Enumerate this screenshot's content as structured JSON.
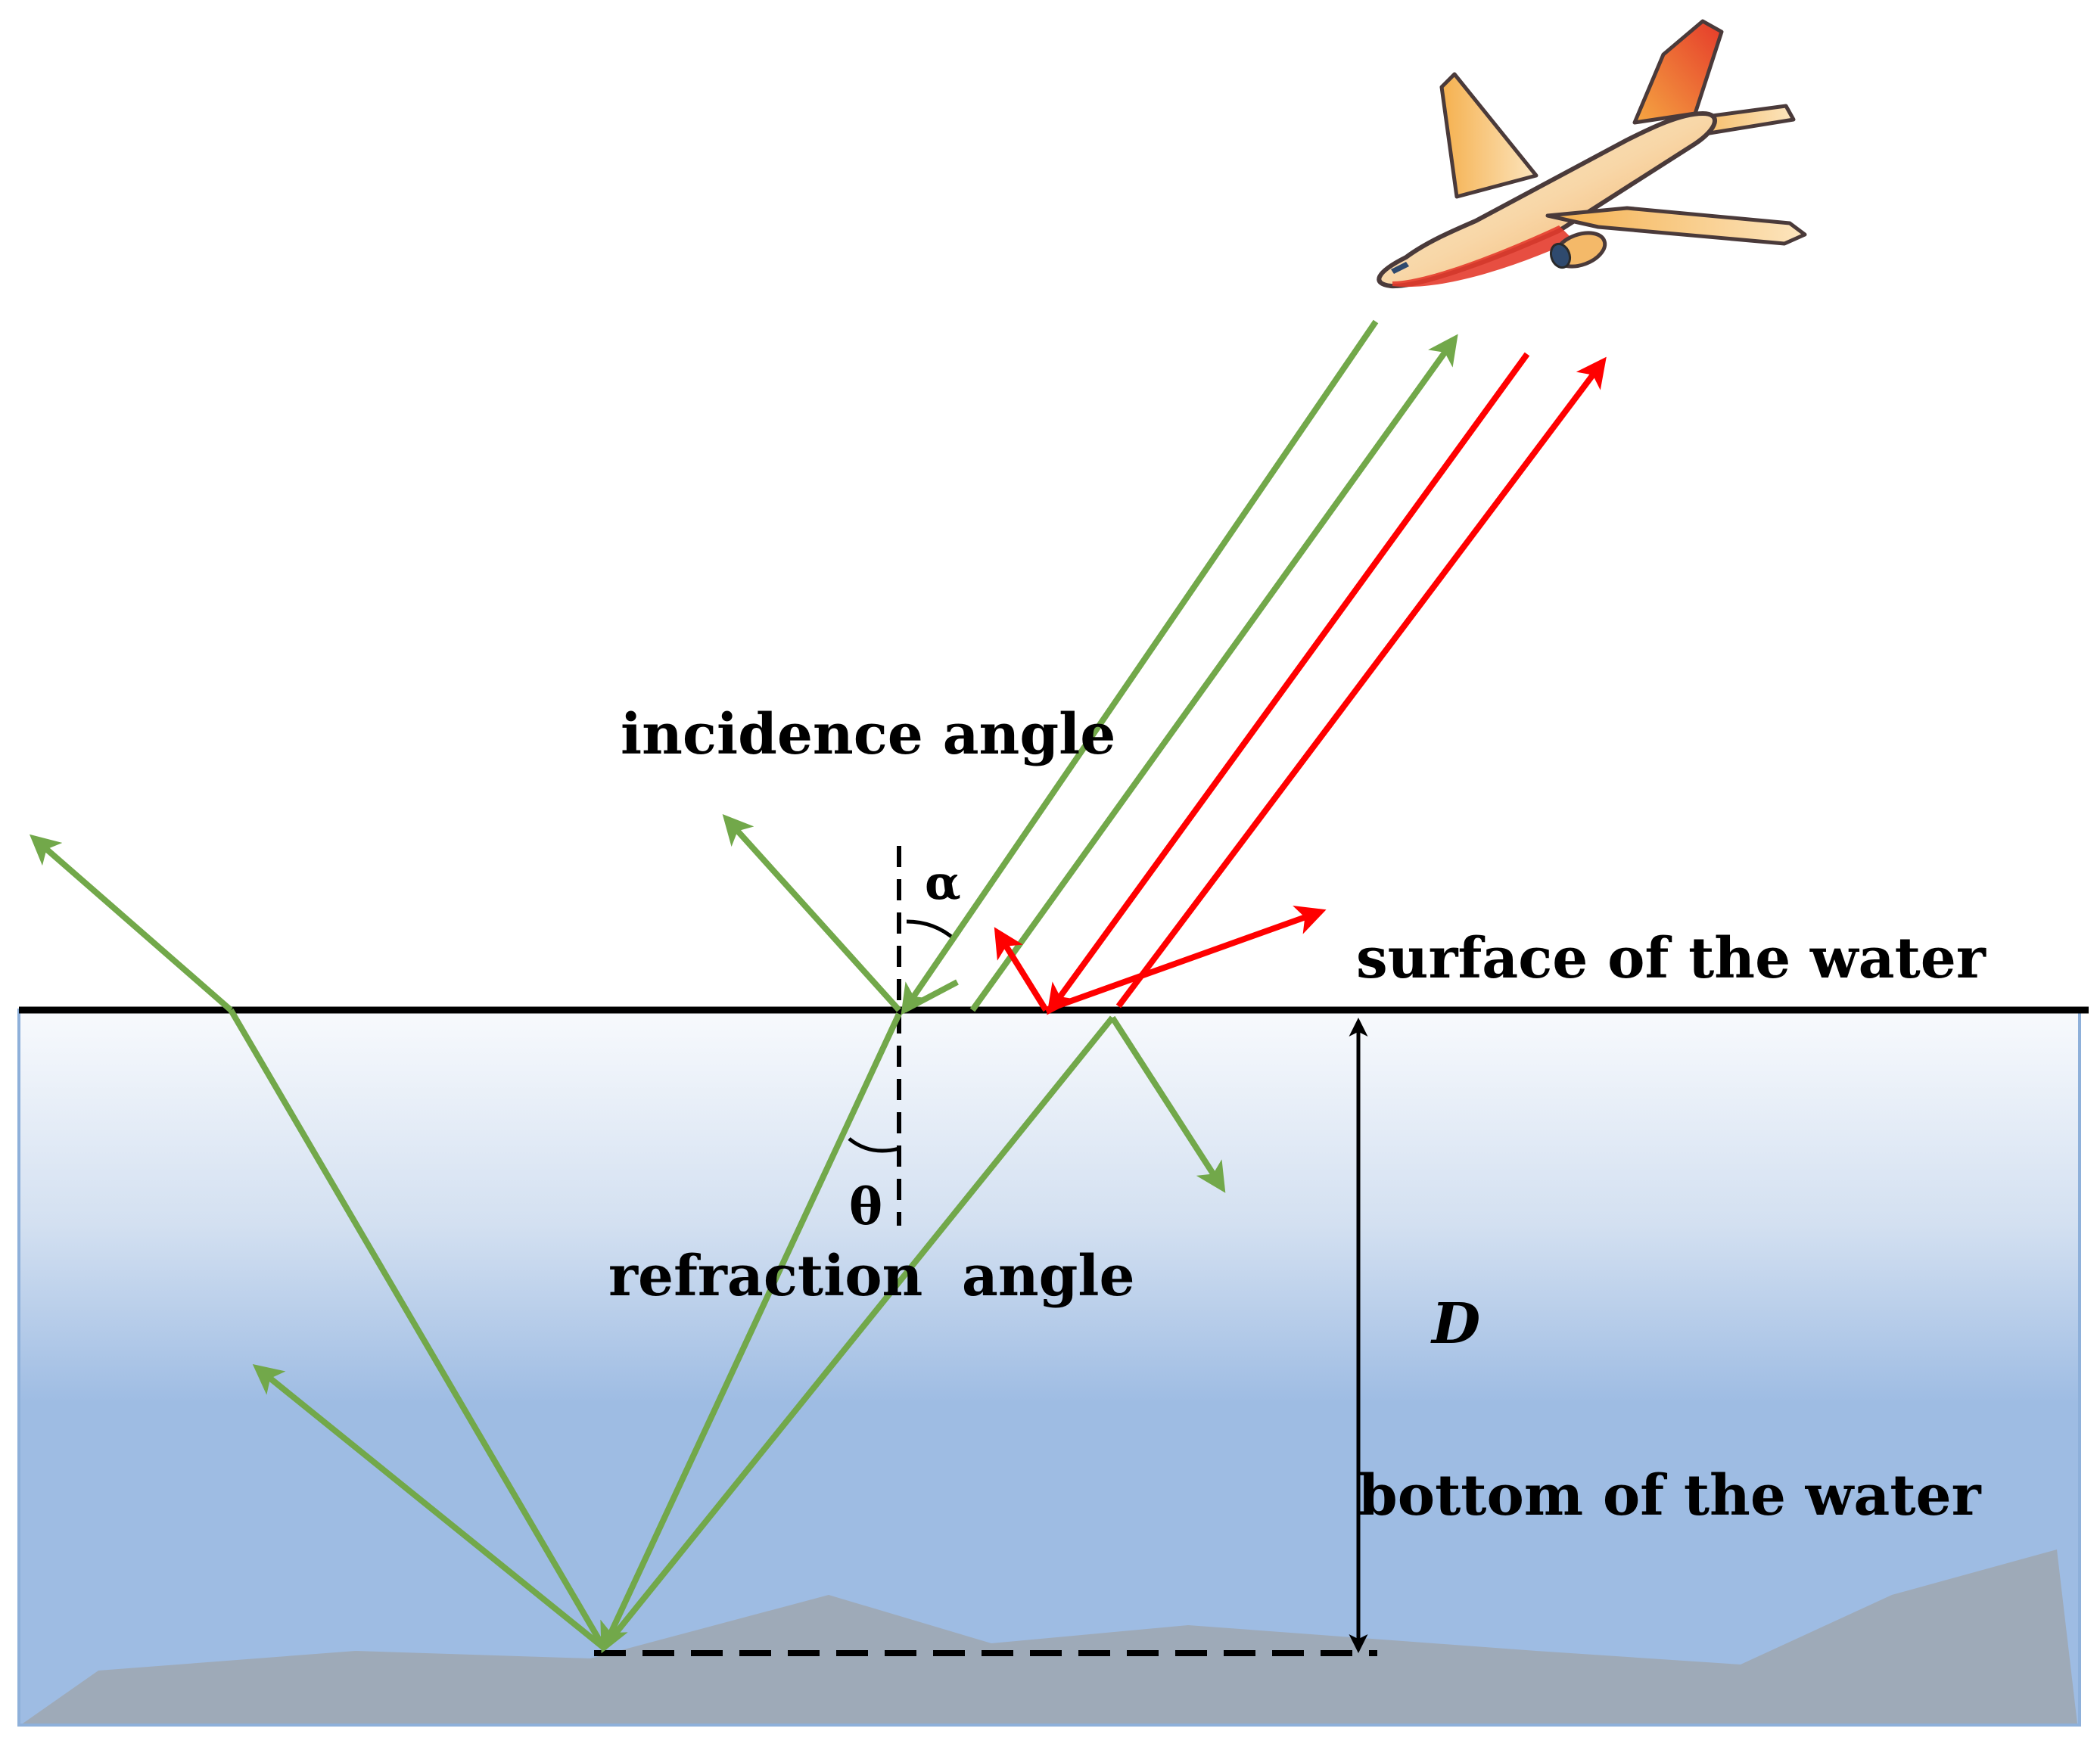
{
  "labels": {
    "incidence_angle": "incidence angle",
    "alpha": "α",
    "theta": "θ",
    "refraction_angle": "refraction  angle",
    "surface": "surface of the water",
    "depth": "D",
    "bottom": "bottom of the water"
  },
  "colors": {
    "green_ray": "#72A84A",
    "red_ray": "#FF0000",
    "water_top": "#F7F9FD",
    "water_bottom": "#9EBCE3",
    "seabed": "#9EAAB8",
    "surface_line": "#000000",
    "water_border": "#8EB0DA"
  },
  "icons": {
    "airplane": "airplane-icon"
  }
}
